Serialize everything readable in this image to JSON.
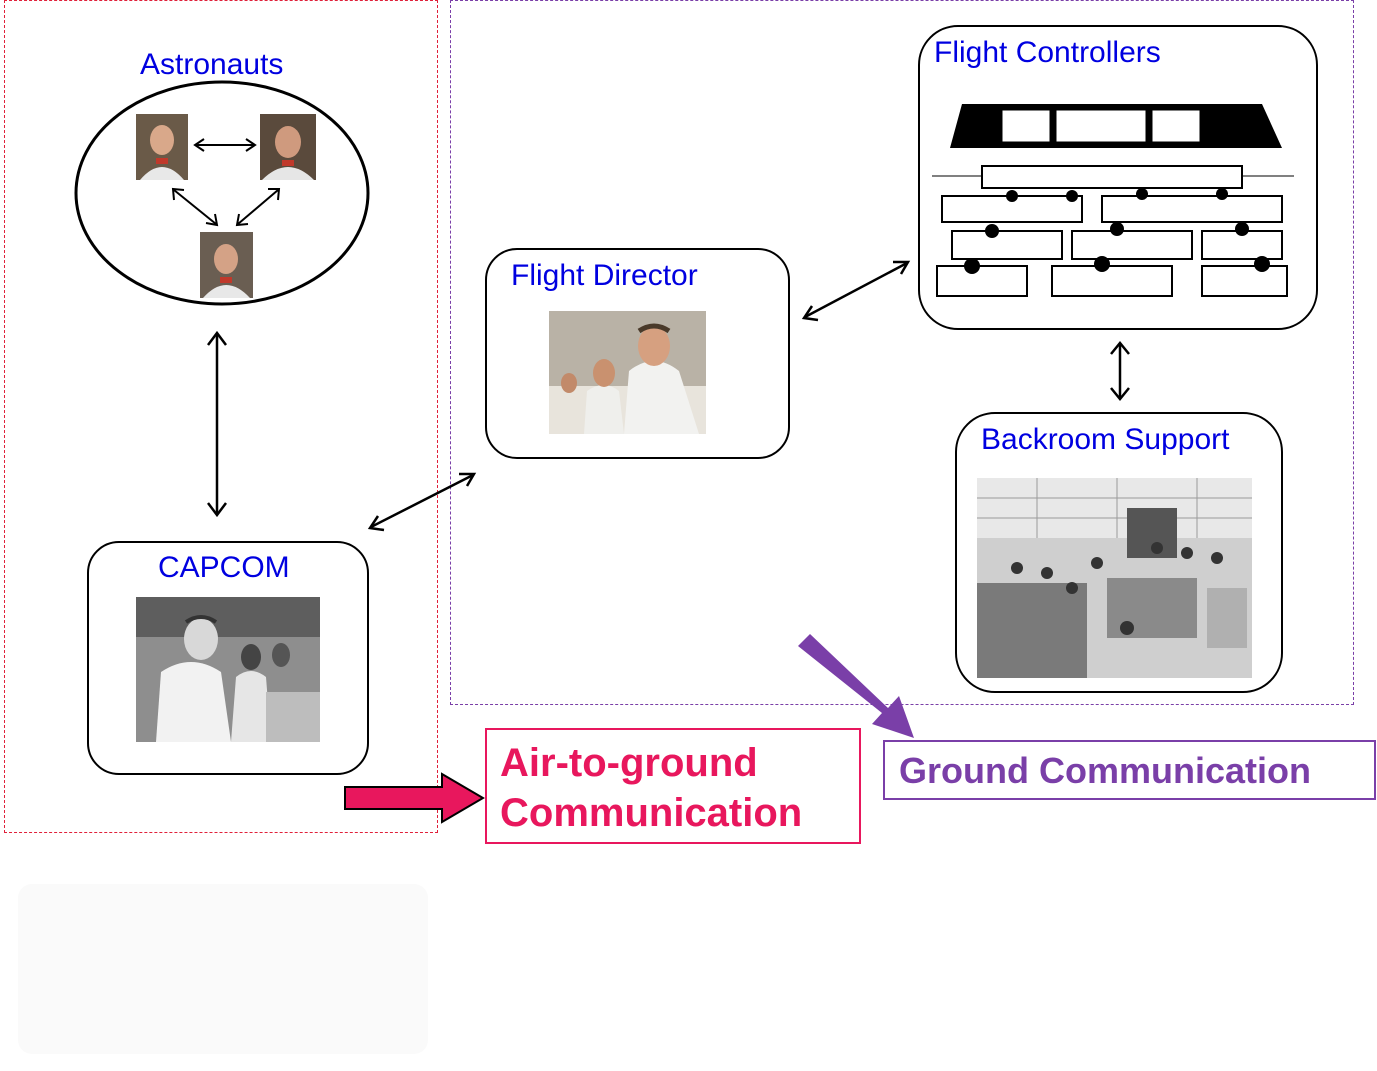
{
  "nodes": {
    "astronauts": "Astronauts",
    "capcom": "CAPCOM",
    "flight_director": "Flight Director",
    "flight_controllers": "Flight Controllers",
    "backroom_support": "Backroom Support"
  },
  "callouts": {
    "air_to_ground_line1": "Air-to-ground",
    "air_to_ground_line2": "Communication",
    "ground": "Ground Communication"
  },
  "colors": {
    "label_blue": "#0000e0",
    "air_to_ground": "#e8175d",
    "ground": "#7a3fa8",
    "air_zone_border": "#e0203a",
    "ground_zone_border": "#7a3fa8"
  }
}
